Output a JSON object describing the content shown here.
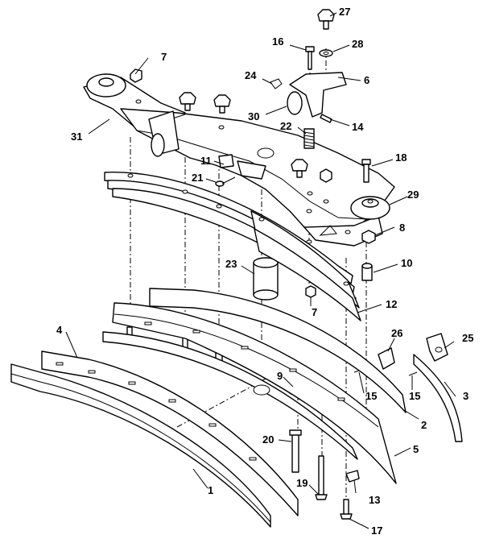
{
  "diagram": {
    "callouts": {
      "c1": "1",
      "c2": "2",
      "c3": "3",
      "c4": "4",
      "c5": "5",
      "c6": "6",
      "c7a": "7",
      "c7b": "7",
      "c8": "8",
      "c9": "9",
      "c10": "10",
      "c11": "11",
      "c12": "12",
      "c13": "13",
      "c14": "14",
      "c15a": "15",
      "c15b": "15",
      "c16": "16",
      "c17": "17",
      "c18": "18",
      "c19": "19",
      "c20": "20",
      "c21": "21",
      "c22": "22",
      "c23": "23",
      "c24": "24",
      "c25": "25",
      "c26": "26",
      "c27": "27",
      "c28": "28",
      "c29": "29",
      "c30": "30",
      "c31": "31"
    }
  }
}
